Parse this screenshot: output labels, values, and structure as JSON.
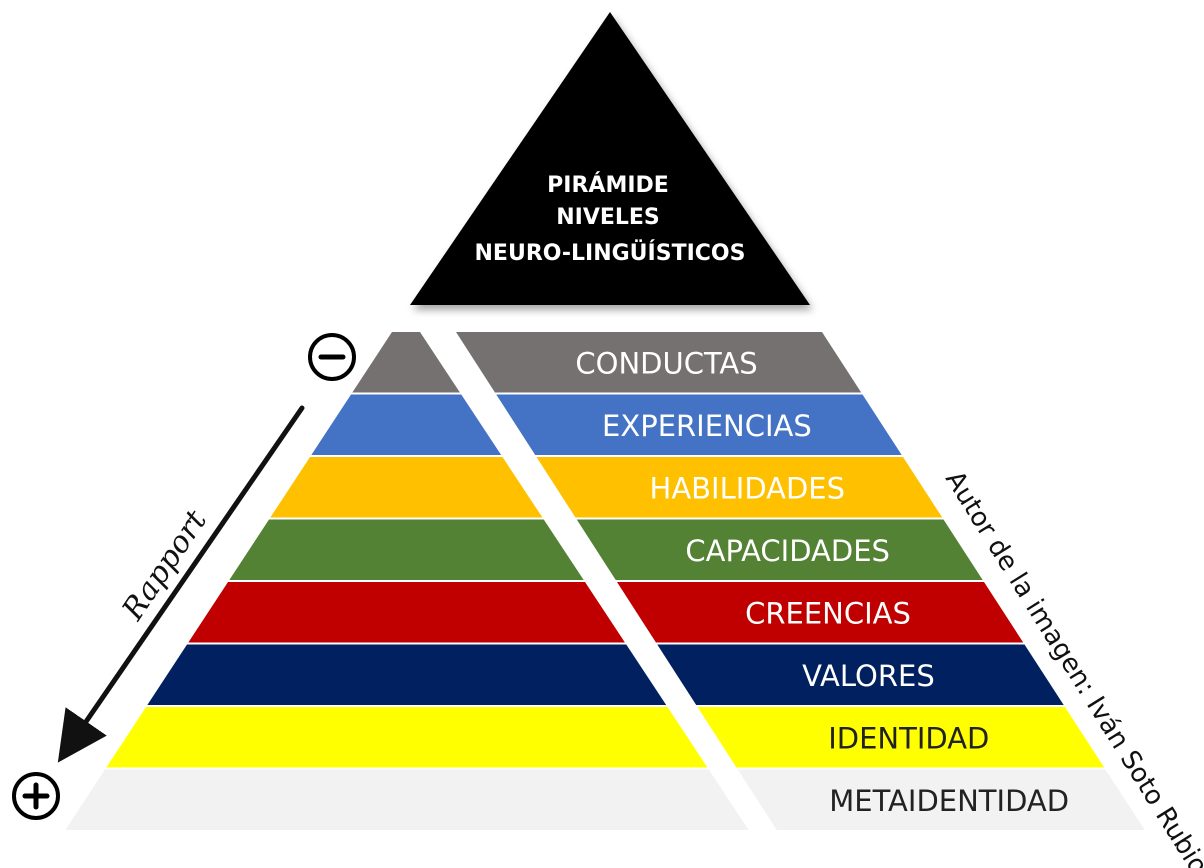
{
  "title": {
    "lines": [
      "PIRÁMIDE",
      "NIVELES",
      "NEURO-LINGÜÍSTICOS"
    ]
  },
  "levels": [
    {
      "label": "CONDUCTAS",
      "color": "#767171",
      "text_color": "#ffffff"
    },
    {
      "label": "EXPERIENCIAS",
      "color": "#4472c4",
      "text_color": "#ffffff"
    },
    {
      "label": "HABILIDADES",
      "color": "#ffc000",
      "text_color": "#ffffff"
    },
    {
      "label": "CAPACIDADES",
      "color": "#548235",
      "text_color": "#ffffff"
    },
    {
      "label": "CREENCIAS",
      "color": "#c00000",
      "text_color": "#ffffff"
    },
    {
      "label": "VALORES",
      "color": "#002060",
      "text_color": "#ffffff"
    },
    {
      "label": "IDENTIDAD",
      "color": "#ffff00",
      "text_color": "#222222"
    },
    {
      "label": "METAIDENTIDAD",
      "color": "#f2f2f2",
      "text_color": "#222222"
    }
  ],
  "arrow": {
    "label": "Rapport",
    "top_symbol": "−",
    "bottom_symbol": "+"
  },
  "credit": "Autor de la imagen: Iván Soto Rubio",
  "colors": {
    "title_triangle": "#000000",
    "title_text": "#ffffff"
  }
}
